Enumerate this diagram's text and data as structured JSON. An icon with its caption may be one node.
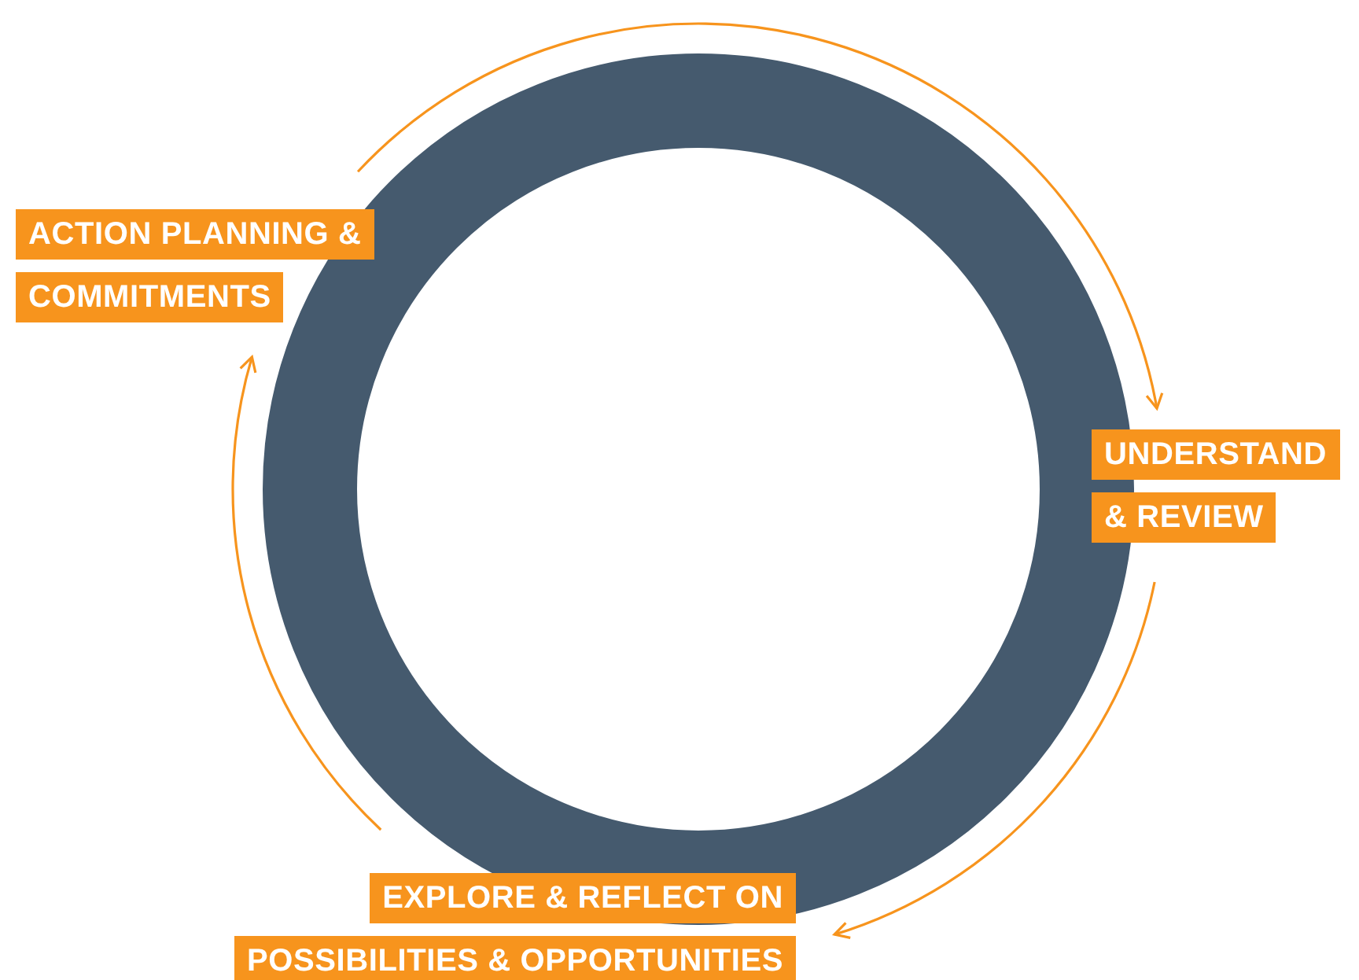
{
  "diagram": {
    "nodes": [
      {
        "text": [
          "ACTION PLANNING & COMMITMENTS"
        ]
      },
      {
        "text": [
          "UNDERSTAND & REVIEW"
        ]
      },
      {
        "text": [
          "EXPLORE & REFLECT ON POSSIBILITIES & OPPORTUNITIES"
        ]
      }
    ],
    "edges": [
      {
        "from": 0,
        "to": 1,
        "arrow": "to"
      },
      {
        "from": 1,
        "to": 2,
        "arrow": "to"
      },
      {
        "from": 2,
        "to": 0,
        "arrow": "to"
      }
    ]
  }
}
